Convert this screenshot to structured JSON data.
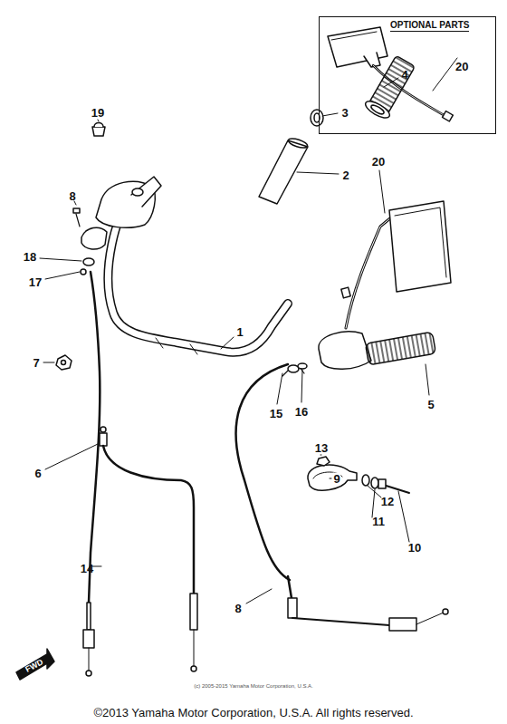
{
  "diagram": {
    "caption": "©2013 Yamaha Motor Corporation, U.S.A. All rights reserved.",
    "nodes": [
      {
        "text": [
          "OPTIONAL PARTS",
          "20"
        ]
      }
    ],
    "labels": [
      "4",
      "3",
      "19",
      "2",
      "8",
      "18",
      "17",
      "20",
      "7",
      "1",
      "15",
      "16",
      "5",
      "6",
      "13",
      "9",
      "12",
      "11",
      "10",
      "14",
      "8",
      "FWD",
      "(c) 2005-2015 Yamaha Motor Corporation, U.S.A."
    ]
  }
}
